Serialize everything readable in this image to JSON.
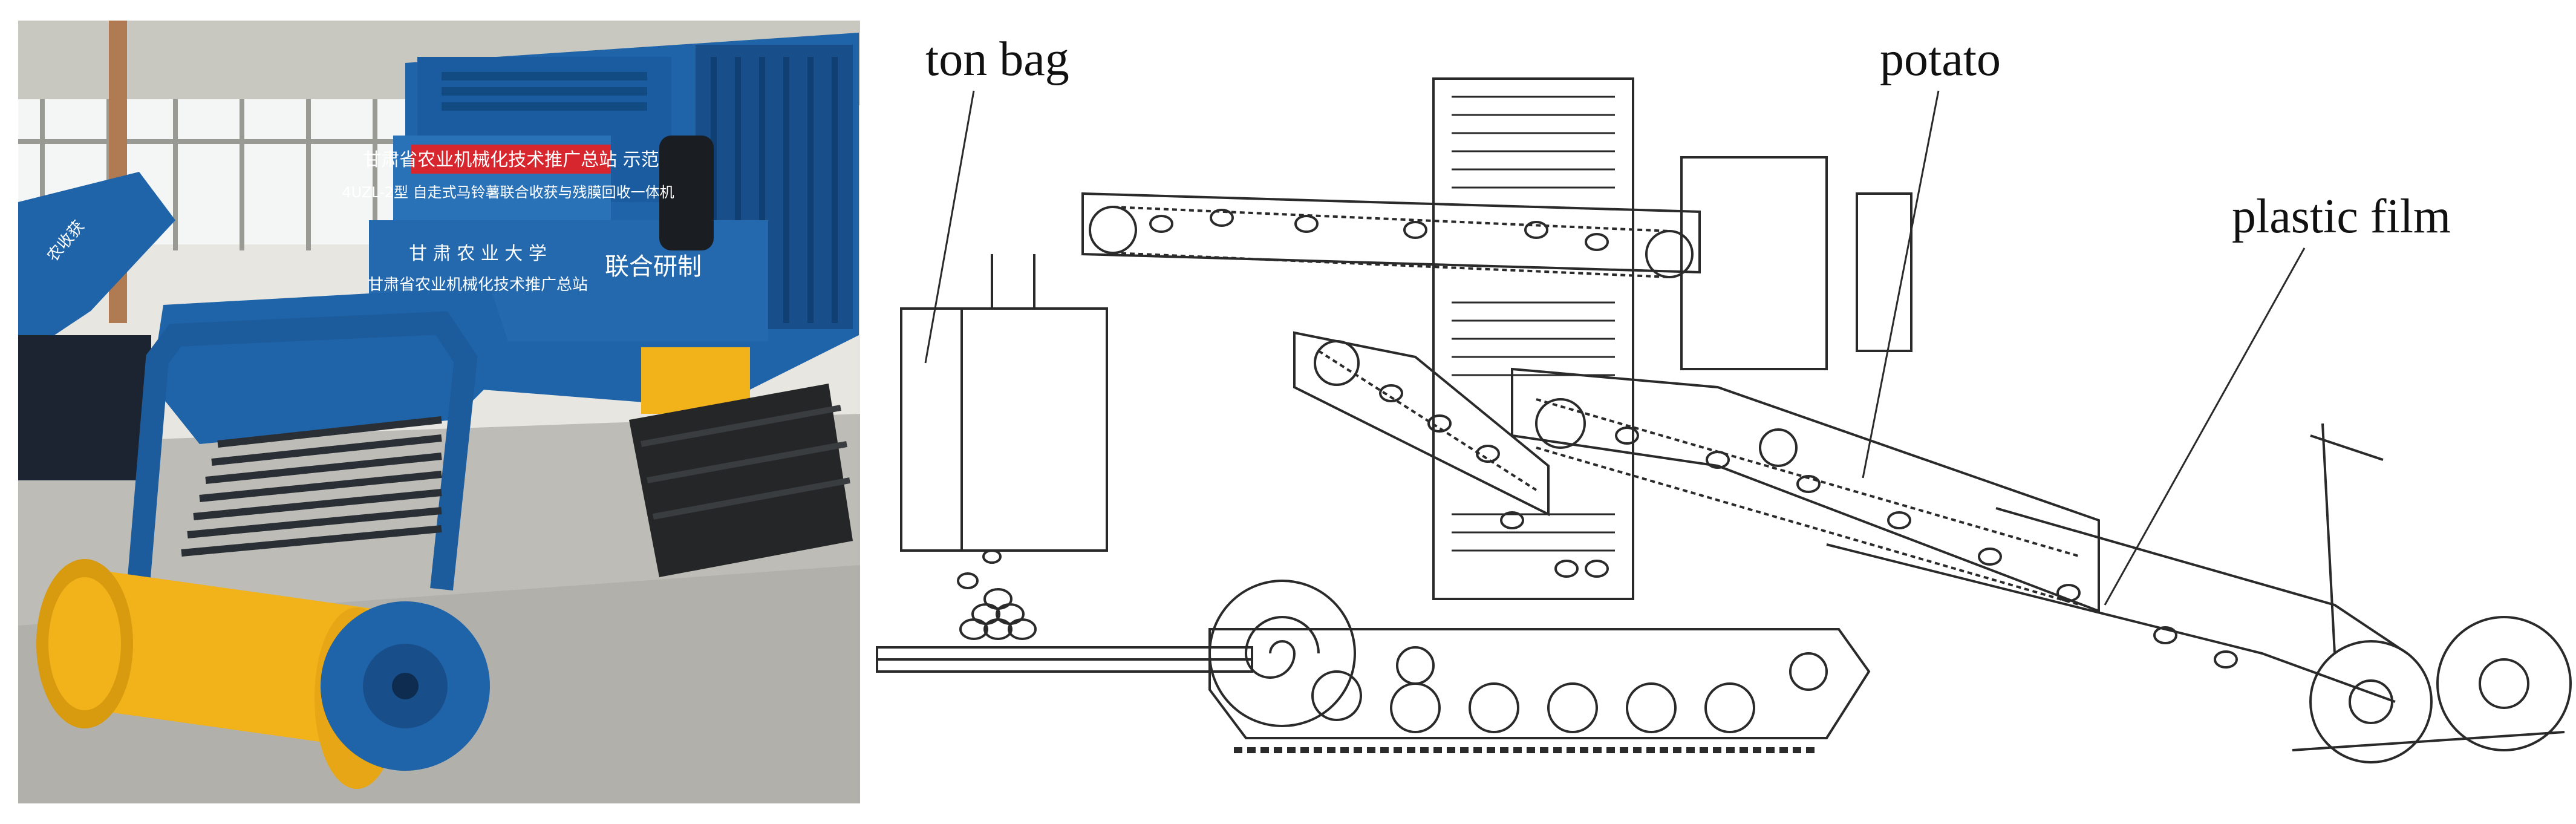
{
  "photo": {
    "banner_text": "甘肃省农业机械化技术推广总站 示范",
    "machine_model": "4UZL-2型 自走式马铃薯联合收获与残膜回收一体机",
    "university": "甘 肃 农 业 大 学",
    "station": "甘肃省农业机械化技术推广总站",
    "joint_label": "联合研制",
    "side_label": "农收获"
  },
  "diagram": {
    "labels": {
      "ton_bag": "ton bag",
      "potato": "potato",
      "plastic_film": "plastic film"
    }
  },
  "colors": {
    "machine_blue": "#1f64a8",
    "machine_blue_dark": "#0f3f73",
    "accent_yellow": "#f2b21a",
    "banner_red": "#d8262e",
    "line": "#2a2a2a"
  }
}
